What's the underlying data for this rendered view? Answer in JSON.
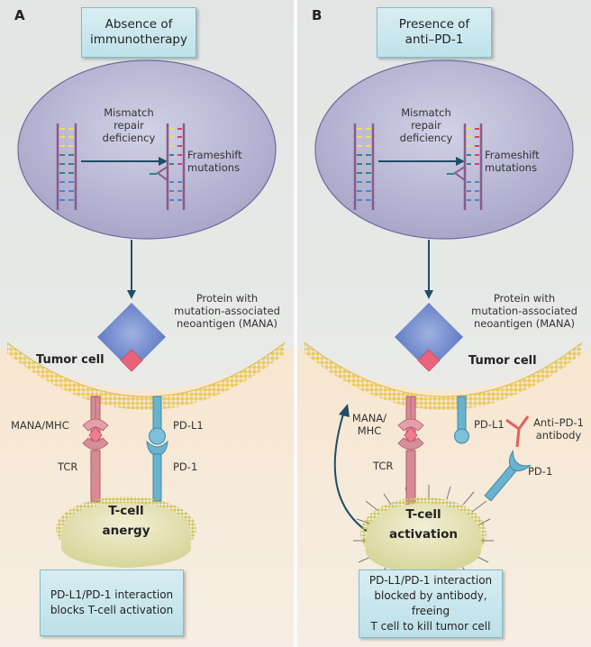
{
  "panels": [
    {
      "letter": "A",
      "title": [
        "Absence of",
        "immunotherapy"
      ],
      "nucleus": {
        "process_label": [
          "Mismatch",
          "repair",
          "deficiency"
        ],
        "result_label": [
          "Frameshift",
          "mutations"
        ]
      },
      "protein_label": [
        "Protein with",
        "mutation-associated",
        "neoantigen (MANA)"
      ],
      "tumor_cell_label": "Tumor cell",
      "receptor_labels": {
        "mana_mhc": "MANA/MHC",
        "tcr": "TCR",
        "pd_l1": "PD-L1",
        "pd_1": "PD-1"
      },
      "tcell_label": [
        "T-cell",
        "anergy"
      ],
      "summary": [
        "PD-L1/PD-1 interaction",
        "blocks T-cell activation"
      ]
    },
    {
      "letter": "B",
      "title": [
        "Presence of",
        "anti–PD-1"
      ],
      "nucleus": {
        "process_label": [
          "Mismatch",
          "repair",
          "deficiency"
        ],
        "result_label": [
          "Frameshift",
          "mutations"
        ]
      },
      "protein_label": [
        "Protein with",
        "mutation-associated",
        "neoantigen (MANA)"
      ],
      "tumor_cell_label": "Tumor cell",
      "receptor_labels": {
        "mana_mhc": [
          "MANA/",
          "MHC"
        ],
        "tcr": "TCR",
        "pd_l1": "PD-L1",
        "pd_1": "PD-1",
        "antibody": [
          "Anti–PD-1",
          "antibody"
        ]
      },
      "tcell_label": [
        "T-cell",
        "activation"
      ],
      "summary": [
        "PD-L1/PD-1 interaction",
        "blocked by antibody, freeing",
        "T cell to kill tumor cell"
      ]
    }
  ],
  "colors": {
    "nucleus": "#b9b7d3",
    "membrane": "#e8c860",
    "tcell": "#e6e3b8",
    "protein": "#6d87c9",
    "mana": "#e8647a",
    "tcr": "#d88a97",
    "pd": "#6ab3cf",
    "antibody": "#e06060",
    "arrow": "#1f4e68",
    "box": "#c6e6ee"
  }
}
